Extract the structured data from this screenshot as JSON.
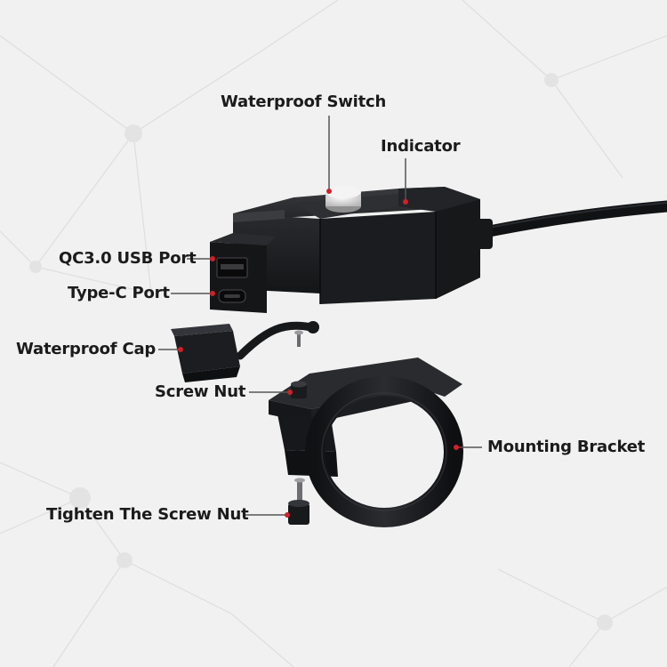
{
  "callouts": {
    "waterproof_switch": "Waterproof Switch",
    "indicator": "Indicator",
    "qc30_usb_port": "QC3.0 USB Port",
    "type_c_port": "Type-C Port",
    "waterproof_cap": "Waterproof Cap",
    "screw_nut": "Screw Nut",
    "mounting_bracket": "Mounting Bracket",
    "tighten_screw_nut": "Tighten The Screw Nut"
  },
  "colors": {
    "background": "#f1f1f1",
    "label_text": "#1b1b1b",
    "leader_line": "#555555",
    "marker_dot": "#d0202a",
    "device_body": "#1e1f21"
  }
}
